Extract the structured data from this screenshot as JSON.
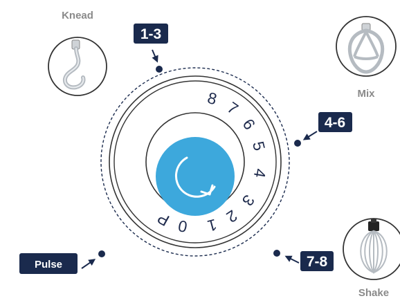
{
  "colors": {
    "navy": "#1a2a4d",
    "knob_blue": "#3da8dc",
    "caption_gray": "#8a8a8a",
    "outline": "#333333"
  },
  "dial": {
    "numbers": [
      "P",
      "0",
      "1",
      "2",
      "3",
      "4",
      "5",
      "6",
      "7",
      "8"
    ],
    "center_icon": "rotate-clockwise-icon"
  },
  "badges": {
    "range_1_3": "1-3",
    "range_4_6": "4-6",
    "range_7_8": "7-8",
    "pulse": "Pulse"
  },
  "attachments": {
    "knead": {
      "label": "Knead",
      "icon": "dough-hook-icon"
    },
    "mix": {
      "label": "Mix",
      "icon": "flat-beater-icon"
    },
    "shake": {
      "label": "Shake",
      "icon": "wire-whip-icon"
    }
  }
}
